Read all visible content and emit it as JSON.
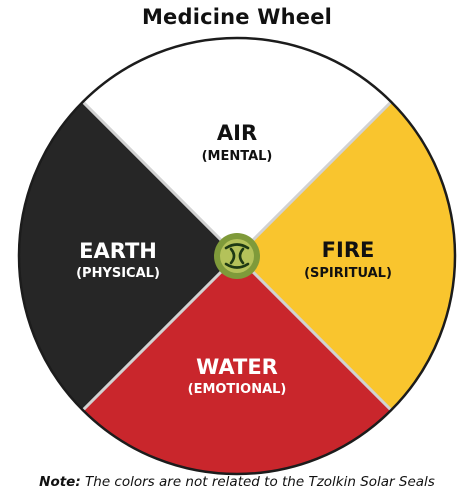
{
  "title": "Medicine Wheel",
  "segments": {
    "air": {
      "name": "AIR",
      "aspect": "(MENTAL)",
      "color": "#ffffff",
      "text_color": "#111111"
    },
    "fire": {
      "name": "FIRE",
      "aspect": "(SPIRITUAL)",
      "color": "#f9c52e",
      "text_color": "#111111"
    },
    "water": {
      "name": "WATER",
      "aspect": "(EMOTIONAL)",
      "color": "#c9262c",
      "text_color": "#ffffff"
    },
    "earth": {
      "name": "EARTH",
      "aspect": "(PHYSICAL)",
      "color": "#262626",
      "text_color": "#ffffff"
    }
  },
  "center_icon": "seal-emblem-icon",
  "colors": {
    "divider": "#d2d2d2",
    "emblem_ring": "#7f9a3a",
    "emblem_fill": "#b4c25a",
    "emblem_dark": "#1f3a14"
  },
  "footnote": {
    "label": "Note:",
    "text": "The colors are not related to the Tzolkin Solar Seals"
  }
}
